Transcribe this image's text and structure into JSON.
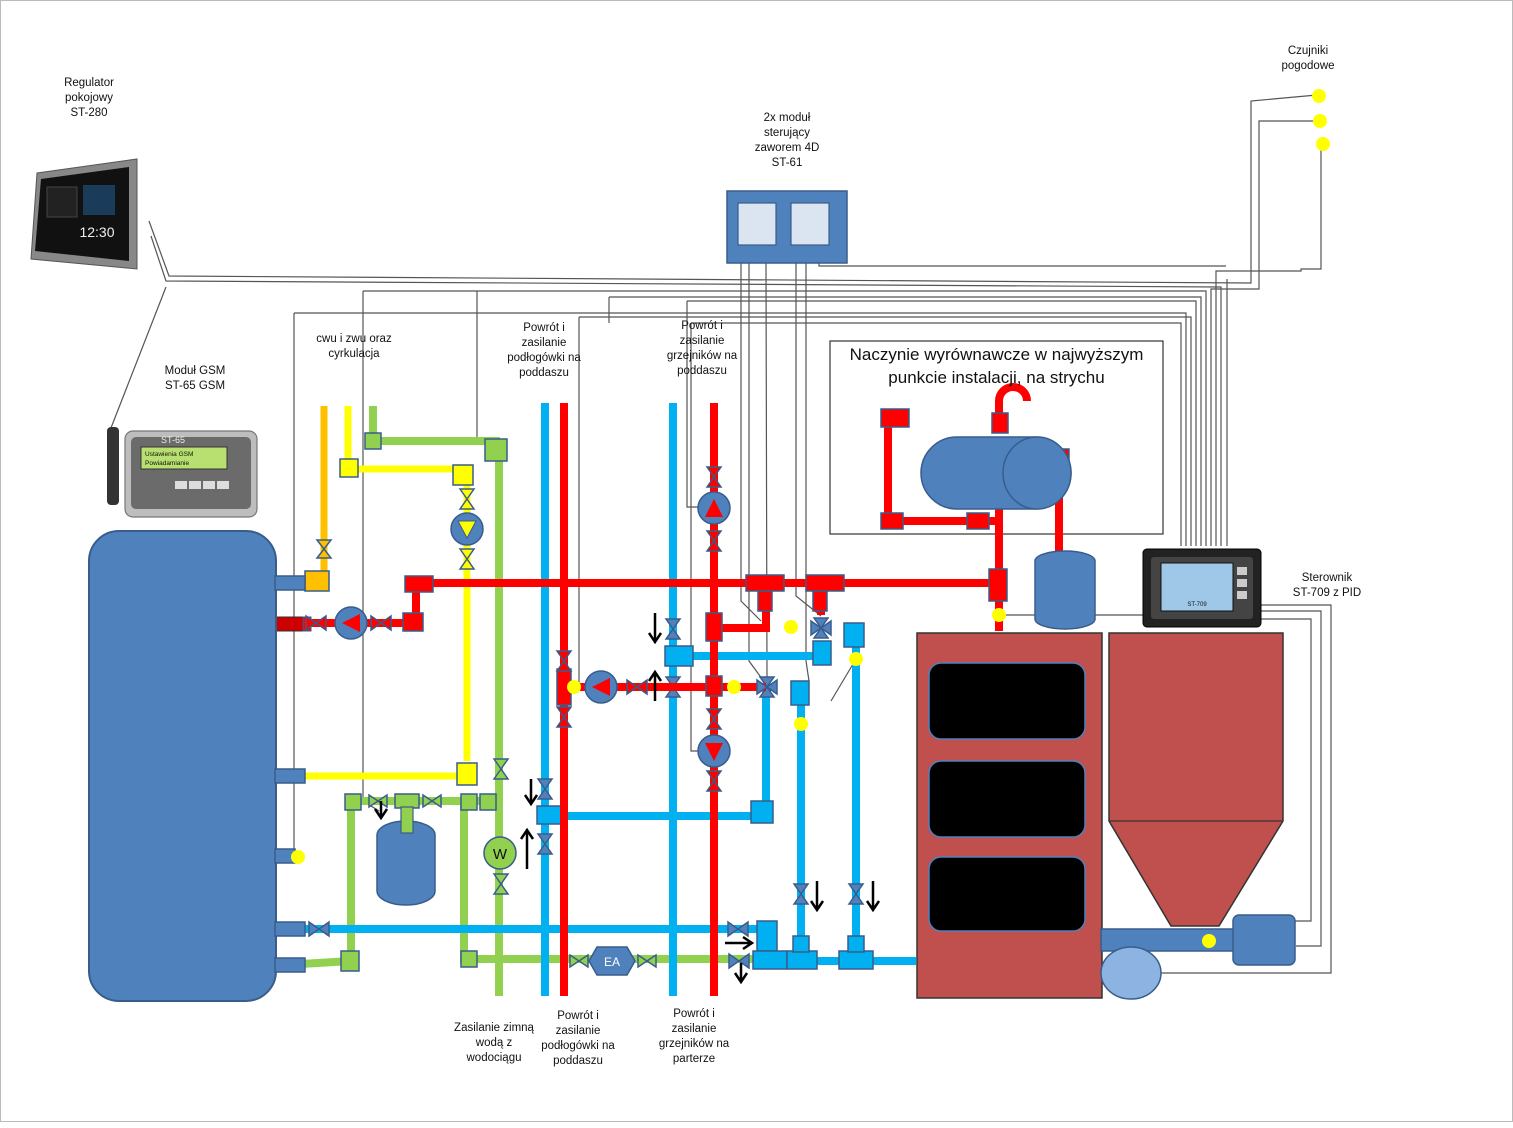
{
  "labels": {
    "room_regulator": [
      "Regulator",
      "pokojowy",
      "ST-280"
    ],
    "weather_sensors": [
      "Czujniki",
      "pogodowe"
    ],
    "valve_modules": [
      "2x moduł",
      "sterujący",
      "zaworem 4D",
      "ST-61"
    ],
    "gsm_module": [
      "Moduł GSM",
      "ST-65 GSM"
    ],
    "dhw": [
      "cwu i zwu oraz",
      "cyrkulacja"
    ],
    "floor_attic_top": [
      "Powrót i",
      "zasilanie",
      "podłogówki na",
      "poddaszu"
    ],
    "radiators_attic_top": [
      "Powrót i",
      "zasilanie",
      "grzejników na",
      "poddaszu"
    ],
    "expansion_vessel": [
      "Naczynie wyrównawcze w najwyższym",
      "punkcie instalacji, na strychu"
    ],
    "controller": [
      "Sterownik",
      "ST-709 z PID"
    ],
    "cold_water": [
      "Zasilanie zimną",
      "wodą z",
      "wodociągu"
    ],
    "floor_attic_bottom": [
      "Powrót i",
      "zasilanie",
      "podłogówki na",
      "poddaszu"
    ],
    "radiators_ground": [
      "Powrót i",
      "zasilanie",
      "grzejników na",
      "parterze"
    ]
  },
  "devices": {
    "room_regulator_clock": "12:30",
    "gsm_brand": "ST-65",
    "gsm_display": [
      "Ustawienia GSM",
      "Powiadamianie"
    ],
    "controller_model": "ST-709",
    "meter_symbol": "W",
    "expansion_symbol": "EA"
  },
  "colors": {
    "supply": "#ff0000",
    "return": "#00b0f0",
    "cold_water": "#92d050",
    "hot_water": "#ffff00",
    "circulation": "#ffc000",
    "tank": "#4f81bd",
    "boiler": "#c0504d",
    "sensor": "#ffff00"
  }
}
